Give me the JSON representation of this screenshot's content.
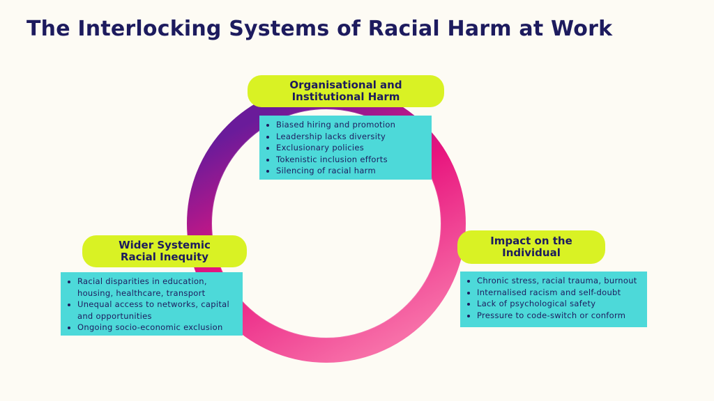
{
  "title": "The Interlocking Systems of Racial Harm at Work",
  "colors": {
    "background": "#fdfbf4",
    "title": "#1d1b5e",
    "pill": "#d9f224",
    "box": "#4dd9d9",
    "ring_purple": "#6a1b9a",
    "ring_magenta": "#e8157e",
    "ring_pink": "#f76fa8"
  },
  "nodes": {
    "organisational": {
      "heading_line1": "Organisational and",
      "heading_line2": "Institutional Harm",
      "items": [
        "Biased hiring and promotion",
        "Leadership lacks diversity",
        "Exclusionary policies",
        "Tokenistic inclusion efforts",
        "Silencing of racial harm"
      ]
    },
    "systemic": {
      "heading_line1": "Wider Systemic",
      "heading_line2": "Racial Inequity",
      "items": [
        "Racial disparities in education, housing, healthcare, transport",
        "Unequal access to networks, capital and opportunities",
        "Ongoing socio-economic exclusion"
      ]
    },
    "individual": {
      "heading_line1": "Impact on the",
      "heading_line2": "Individual",
      "items": [
        "Chronic stress, racial trauma, burnout",
        "Internalised racism and self-doubt",
        "Lack of psychological safety",
        "Pressure to code-switch or conform"
      ]
    }
  }
}
